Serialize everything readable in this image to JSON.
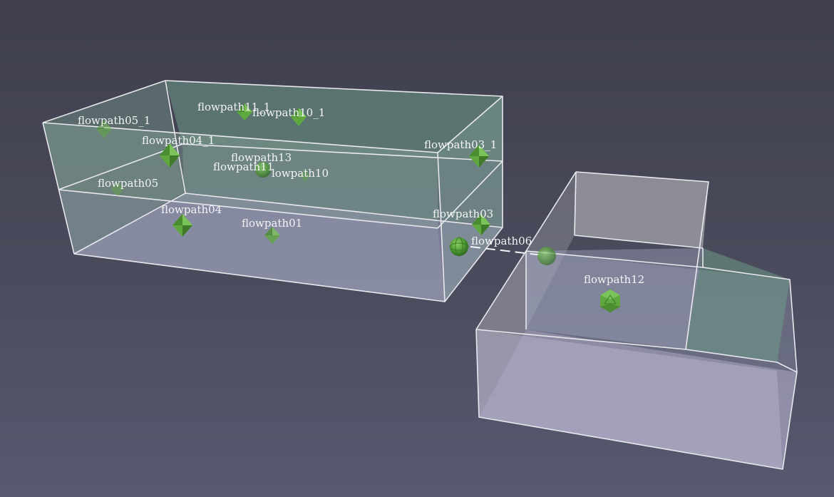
{
  "scene": {
    "background_top": "#3f3f4d",
    "background_bottom": "#575a70",
    "marker_color": "#5fa83f",
    "edge_color": "#e8e8ee"
  },
  "labels": {
    "flowpath05_1": "flowpath05_1",
    "flowpath11_1": "flowpath11_1",
    "flowpath10_1": "flowpath10_1",
    "flowpath04_1": "flowpath04_1",
    "flowpath03_1": "flowpath03_1",
    "flowpath13": "flowpath13",
    "flowpath_partial": "flowpath11",
    "flowpath10": "lowpath10",
    "flowpath05": "flowpath05",
    "flowpath04": "flowpath04",
    "flowpath01": "flowpath01",
    "flowpath03": "flowpath03",
    "flowpath06": "flowpath06",
    "flowpath12": "flowpath12"
  },
  "markers": [
    {
      "id": "m-flowpath05_1",
      "shape": "octahedron-icon"
    },
    {
      "id": "m-flowpath11_1",
      "shape": "octahedron-icon"
    },
    {
      "id": "m-flowpath10_1",
      "shape": "octahedron-icon"
    },
    {
      "id": "m-flowpath04_1",
      "shape": "octahedron-icon"
    },
    {
      "id": "m-flowpath03_1",
      "shape": "octahedron-icon"
    },
    {
      "id": "m-flowpath13",
      "shape": "sphere-icon"
    },
    {
      "id": "m-flowpath10",
      "shape": "octahedron-icon"
    },
    {
      "id": "m-flowpath05",
      "shape": "octahedron-icon"
    },
    {
      "id": "m-flowpath04",
      "shape": "octahedron-icon"
    },
    {
      "id": "m-flowpath01",
      "shape": "octahedron-icon"
    },
    {
      "id": "m-flowpath03",
      "shape": "octahedron-icon"
    },
    {
      "id": "m-flowpath06a",
      "shape": "sphere-icon"
    },
    {
      "id": "m-flowpath06b",
      "shape": "sphere-icon"
    },
    {
      "id": "m-flowpath12",
      "shape": "icosahedron-icon"
    }
  ]
}
